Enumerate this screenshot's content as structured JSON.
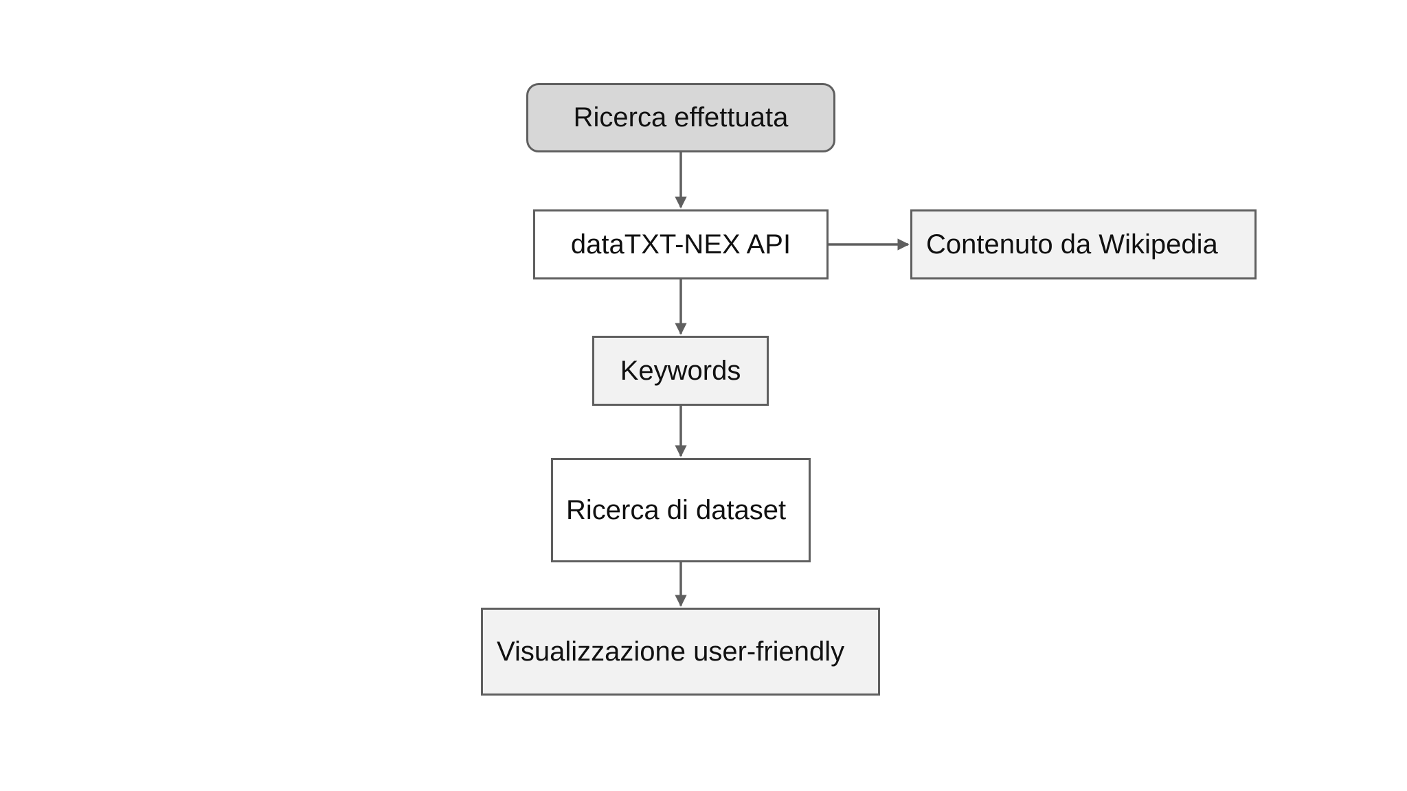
{
  "diagram": {
    "nodes": {
      "start": "Ricerca effettuata",
      "api": "dataTXT-NEX API",
      "wiki": "Contenuto da Wikipedia",
      "keywords": "Keywords",
      "dataset_search": "Ricerca di dataset",
      "visualization": "Visualizzazione user-friendly"
    },
    "edges": [
      {
        "from": "start",
        "to": "api"
      },
      {
        "from": "api",
        "to": "wiki"
      },
      {
        "from": "api",
        "to": "keywords"
      },
      {
        "from": "keywords",
        "to": "dataset_search"
      },
      {
        "from": "dataset_search",
        "to": "visualization"
      }
    ],
    "colors": {
      "border": "#5f5f5f",
      "start_fill": "#d7d7d7",
      "light_fill": "#f2f2f2",
      "white_fill": "#ffffff",
      "text": "#111111"
    }
  }
}
